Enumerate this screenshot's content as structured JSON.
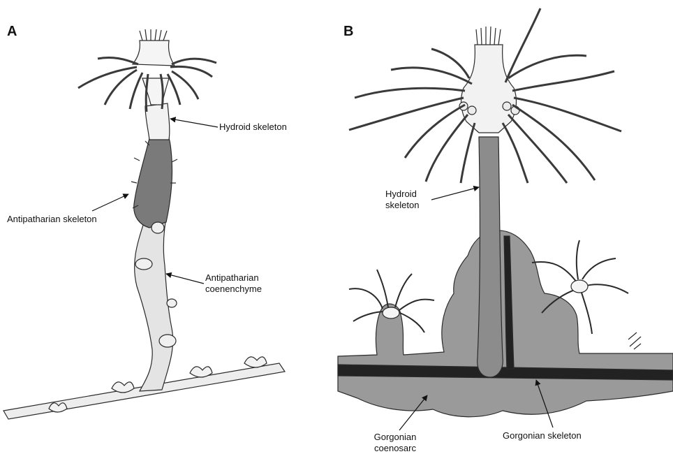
{
  "panels": {
    "a": {
      "letter": "A",
      "labels": {
        "hydroid_skeleton": "Hydroid skeleton",
        "antipatharian_skeleton": "Antipatharian skeleton",
        "antipatharian_coenenchyme_1": "Antipatharian",
        "antipatharian_coenenchyme_2": "coenenchyme"
      }
    },
    "b": {
      "letter": "B",
      "labels": {
        "hydroid_skeleton_1": "Hydroid",
        "hydroid_skeleton_2": "skeleton",
        "gorgonian_coenosarc_1": "Gorgonian",
        "gorgonian_coenosarc_2": "coenosarc",
        "gorgonian_skeleton": "Gorgonian skeleton"
      }
    }
  },
  "colors": {
    "outline": "#2a2a2a",
    "hydroid_light": "#eeeeee",
    "antipatharian_skeleton": "#7a7a7a",
    "coenosarc": "#9a9a9a",
    "gorgonian_axis": "#222222",
    "hydroid_stalk_b": "#8c8c8c"
  }
}
